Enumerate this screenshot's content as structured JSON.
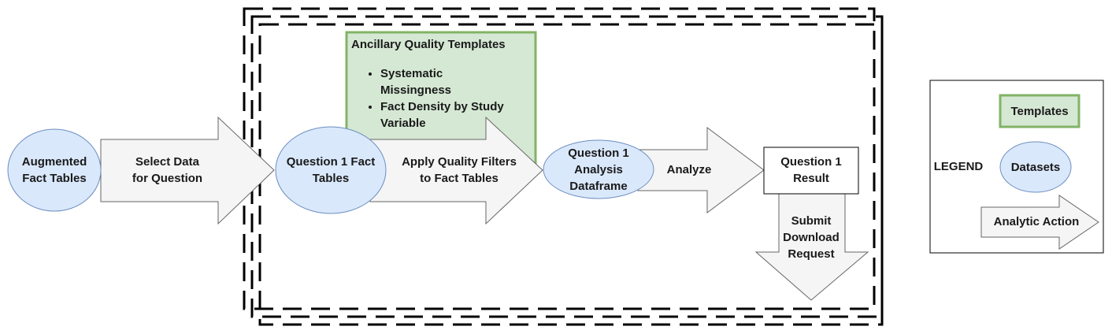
{
  "colors": {
    "dataset_fill": "#dae8fc",
    "dataset_stroke": "#6c8ebf",
    "template_fill": "#d5e8d4",
    "template_stroke": "#82b366",
    "arrow_fill": "#f5f5f5",
    "arrow_stroke": "#666666",
    "text": "#1a1a1a",
    "dashed_border": "#000000"
  },
  "flow": {
    "datasets": [
      {
        "id": "augmented",
        "label": "Augmented\nFact Tables"
      },
      {
        "id": "q1-fact",
        "label": "Question 1 Fact\nTables"
      },
      {
        "id": "q1-analysis",
        "label": "Question 1\nAnalysis\nDataframe"
      }
    ],
    "actions": [
      {
        "id": "select",
        "label": "Select Data\nfor Question"
      },
      {
        "id": "apply",
        "label": "Apply Quality Filters\nto Fact Tables"
      },
      {
        "id": "analyze",
        "label": "Analyze"
      },
      {
        "id": "submit",
        "label": "Submit\nDownload\nRequest"
      }
    ],
    "result": {
      "label": "Question 1\nResult"
    },
    "template": {
      "title": "Ancillary Quality Templates",
      "items": [
        "Systematic Missingness",
        "Fact Density by Study Variable"
      ]
    }
  },
  "legend": {
    "title": "LEGEND",
    "templates": "Templates",
    "datasets": "Datasets",
    "action": "Analytic Action"
  }
}
